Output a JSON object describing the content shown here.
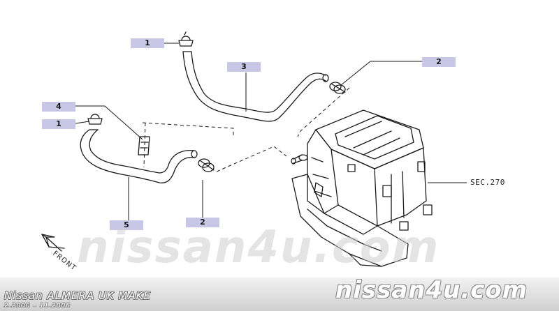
{
  "diagram": {
    "callouts": [
      {
        "id": "c1a",
        "label": "1"
      },
      {
        "id": "c3",
        "label": "3"
      },
      {
        "id": "c2a",
        "label": "2"
      },
      {
        "id": "c4",
        "label": "4"
      },
      {
        "id": "c1b",
        "label": "1"
      },
      {
        "id": "c5",
        "label": "5"
      },
      {
        "id": "c2b",
        "label": "2"
      }
    ],
    "section_ref": "SEC.270",
    "front_label": "FRONT"
  },
  "watermark": {
    "center_text": "nissan4u.com",
    "footer_text": "nissan4u.com"
  },
  "footer": {
    "model": "Nissan ALMERA UK MAKE",
    "years": "2.2000 – 11.2006"
  },
  "colors": {
    "callout_bg": "#c8c8e6",
    "line": "#1a1a1a"
  }
}
